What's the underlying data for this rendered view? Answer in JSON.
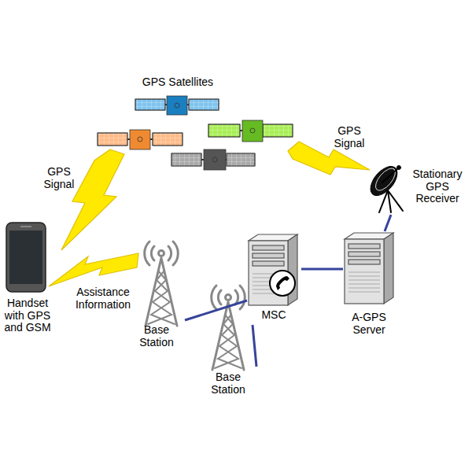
{
  "diagram": {
    "nodes": [
      {
        "text": [
          "GPS Satellites"
        ]
      },
      {
        "text": [
          "Handset with GPS and GSM"
        ]
      },
      {
        "text": [
          "Base Station"
        ]
      },
      {
        "text": [
          "Base Station"
        ]
      },
      {
        "text": [
          "MSC"
        ]
      },
      {
        "text": [
          "A-GPS Server"
        ]
      },
      {
        "text": [
          "Stationary GPS Receiver"
        ]
      }
    ],
    "edges": [
      {
        "from": 2,
        "to": 4,
        "arrow": "none"
      },
      {
        "from": 3,
        "to": 4,
        "arrow": "none"
      },
      {
        "from": 4,
        "to": 5,
        "arrow": "none"
      },
      {
        "from": 5,
        "to": 6,
        "arrow": "none"
      }
    ],
    "labels": [
      "GPS Signal",
      "GPS Signal",
      "Assistance Information"
    ]
  }
}
